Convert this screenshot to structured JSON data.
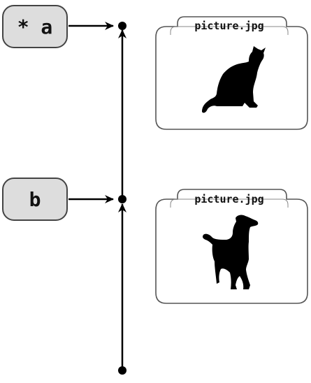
{
  "branches": [
    {
      "label": "* a",
      "current": true
    },
    {
      "label": "b",
      "current": false
    }
  ],
  "snapshots": [
    {
      "filename": "picture.jpg",
      "content_icon": "cat-icon"
    },
    {
      "filename": "picture.jpg",
      "content_icon": "dog-icon"
    }
  ],
  "colors": {
    "ref_fill": "#dddddd",
    "stroke": "#444444",
    "line": "#000000",
    "silhouette": "#000000"
  }
}
